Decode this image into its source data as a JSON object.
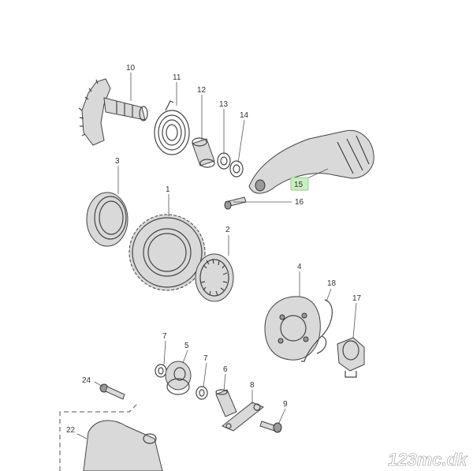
{
  "diagram": {
    "callouts": [
      "1",
      "2",
      "3",
      "4",
      "5",
      "6",
      "7",
      "7",
      "8",
      "9",
      "10",
      "11",
      "12",
      "13",
      "14",
      "15",
      "16",
      "17",
      "18",
      "22",
      "24"
    ],
    "highlighted_callout": "15",
    "highlight_color": "#c9efc0"
  },
  "watermark": "123mc.dk"
}
